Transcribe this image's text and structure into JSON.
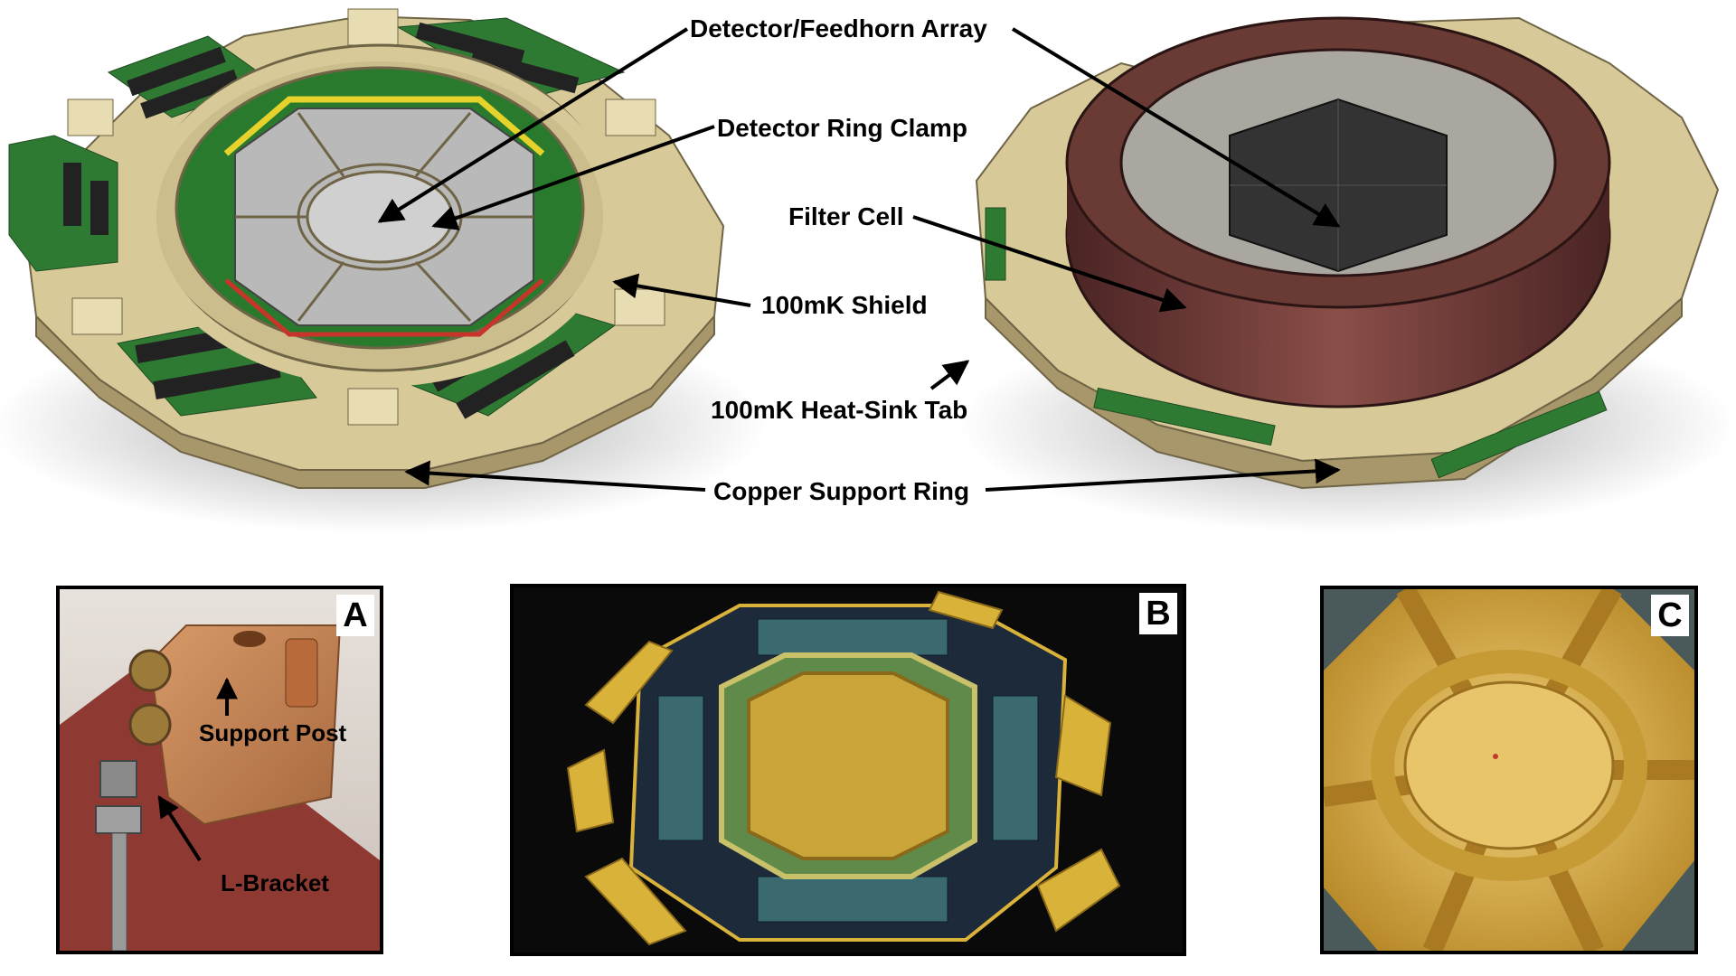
{
  "callouts": {
    "detector_feedhorn_array": "Detector/Feedhorn Array",
    "detector_ring_clamp": "Detector Ring Clamp",
    "filter_cell": "Filter Cell",
    "shield_100mk": "100mK Shield",
    "heat_sink_tab": "100mK Heat-Sink Tab",
    "copper_support_ring": "Copper Support Ring"
  },
  "panels": {
    "a": {
      "letter": "A",
      "labels": {
        "support_post": "Support Post",
        "l_bracket": "L-Bracket"
      }
    },
    "b": {
      "letter": "B"
    },
    "c": {
      "letter": "C"
    }
  },
  "colors": {
    "tan_plate": "#d8c998",
    "tan_shadow": "#a8976a",
    "pcb_green": "#2f7a33",
    "connector_black": "#222222",
    "copper_ring": "#6a3a34",
    "gold": "#d9b23a",
    "copper_block": "#c98a5a"
  }
}
